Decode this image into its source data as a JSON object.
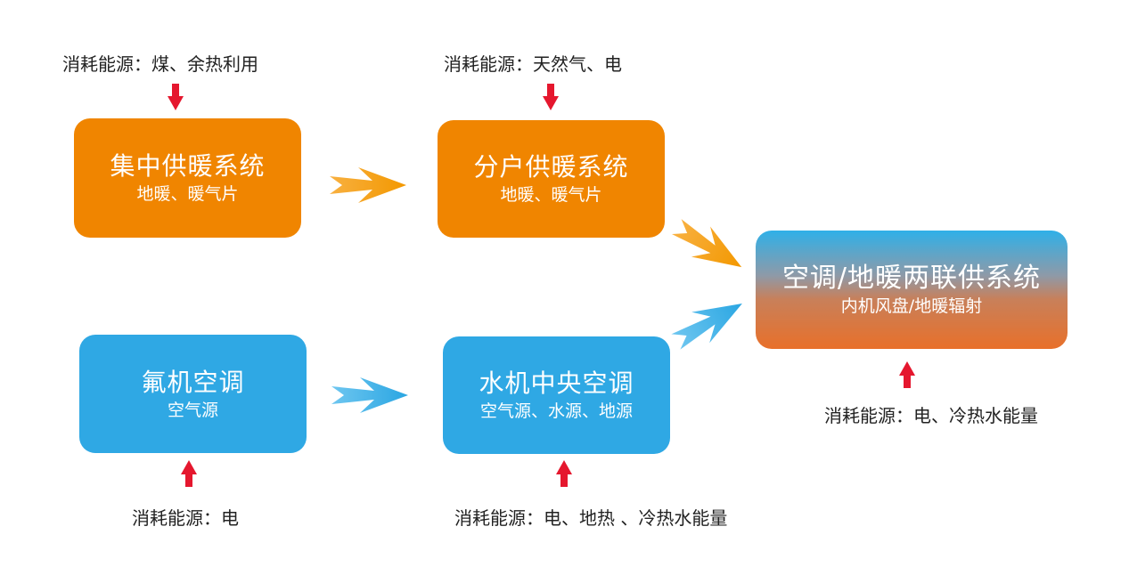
{
  "colors": {
    "orange": "#F08500",
    "blue": "#2FA8E4",
    "gradient_top": "#2FB0E8",
    "gradient_mid": "#C8805A",
    "gradient_bottom": "#E8702A",
    "down_arrow_red": "#E5172E",
    "orange_arrow": "#F39800",
    "blue_arrow": "#2AA6E2",
    "text": "#222222"
  },
  "nodes": {
    "central": {
      "title": "集中供暖系统",
      "sub": "地暖、暖气片",
      "energy": "消耗能源：煤、余热利用"
    },
    "household": {
      "title": "分户供暖系统",
      "sub": "地暖、暖气片",
      "energy": "消耗能源：天然气、电"
    },
    "combined": {
      "title": "空调/地暖两联供系统",
      "sub": "内机风盘/地暖辐射",
      "energy": "消耗能源：电、冷热水能量"
    },
    "fluorine": {
      "title": "氟机空调",
      "sub": "空气源",
      "energy": "消耗能源：电"
    },
    "water": {
      "title": "水机中央空调",
      "sub": "空气源、水源、地源",
      "energy": "消耗能源：电、地热 、冷热水能量"
    }
  },
  "icons": {
    "energy_arrow": "red-arrow-icon",
    "flow_arrow_orange": "orange-flow-arrow-icon",
    "flow_arrow_blue": "blue-flow-arrow-icon"
  }
}
